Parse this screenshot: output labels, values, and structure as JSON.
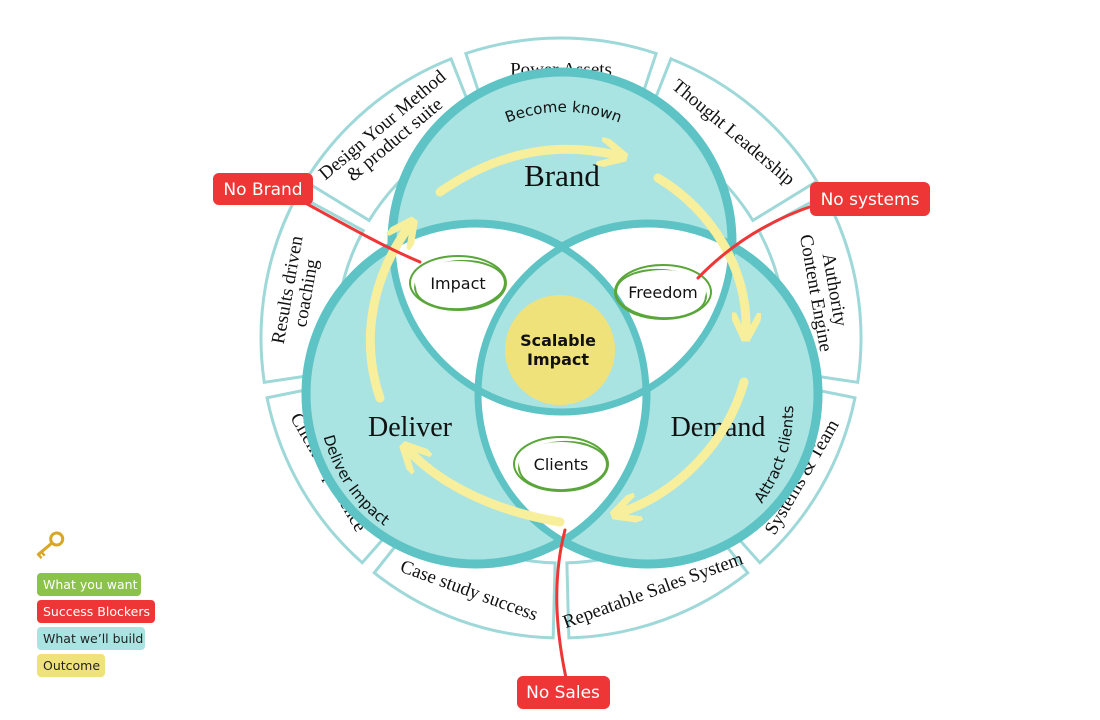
{
  "colors": {
    "teal_fill": "#a9e3e2",
    "teal_stroke": "#5ec3c4",
    "outer_segment_stroke": "#9fd8d8",
    "yellow": "#f0e27a",
    "arrow_yellow": "#f7ef9c",
    "green_scribble": "#5aa63a",
    "red": "#ef3636",
    "legend_green": "#8bc34a",
    "legend_red": "#ef3636",
    "legend_teal": "#a9e3e2",
    "legend_yellow": "#f0e27a"
  },
  "outer_segments": [
    "Power Assets",
    "Thought Leadership",
    "Authority Content Engine",
    "Scale-Ready Systems & Team",
    "Repeatable Sales System",
    "Case study success",
    "Client experience",
    "Results driven coaching",
    "Design Your Method & product suite"
  ],
  "circles": {
    "brand": {
      "title": "Brand",
      "subtitle": "Become known"
    },
    "demand": {
      "title": "Demand",
      "subtitle": "Attract clients"
    },
    "deliver": {
      "title": "Deliver",
      "subtitle": "Deliver Impact"
    }
  },
  "overlaps": {
    "impact": "Impact",
    "freedom": "Freedom",
    "clients": "Clients"
  },
  "center": {
    "line1": "Scalable",
    "line2": "Impact"
  },
  "blockers": {
    "no_brand": "No Brand",
    "no_systems": "No systems",
    "no_sales": "No Sales"
  },
  "legend": {
    "icon": "key-icon",
    "items": [
      {
        "label": "What you want",
        "color": "#8bc34a"
      },
      {
        "label": "Success Blockers",
        "color": "#ef3636"
      },
      {
        "label": "What we’ll build",
        "color": "#a9e3e2"
      },
      {
        "label": "Outcome",
        "color": "#f0e27a"
      }
    ]
  }
}
